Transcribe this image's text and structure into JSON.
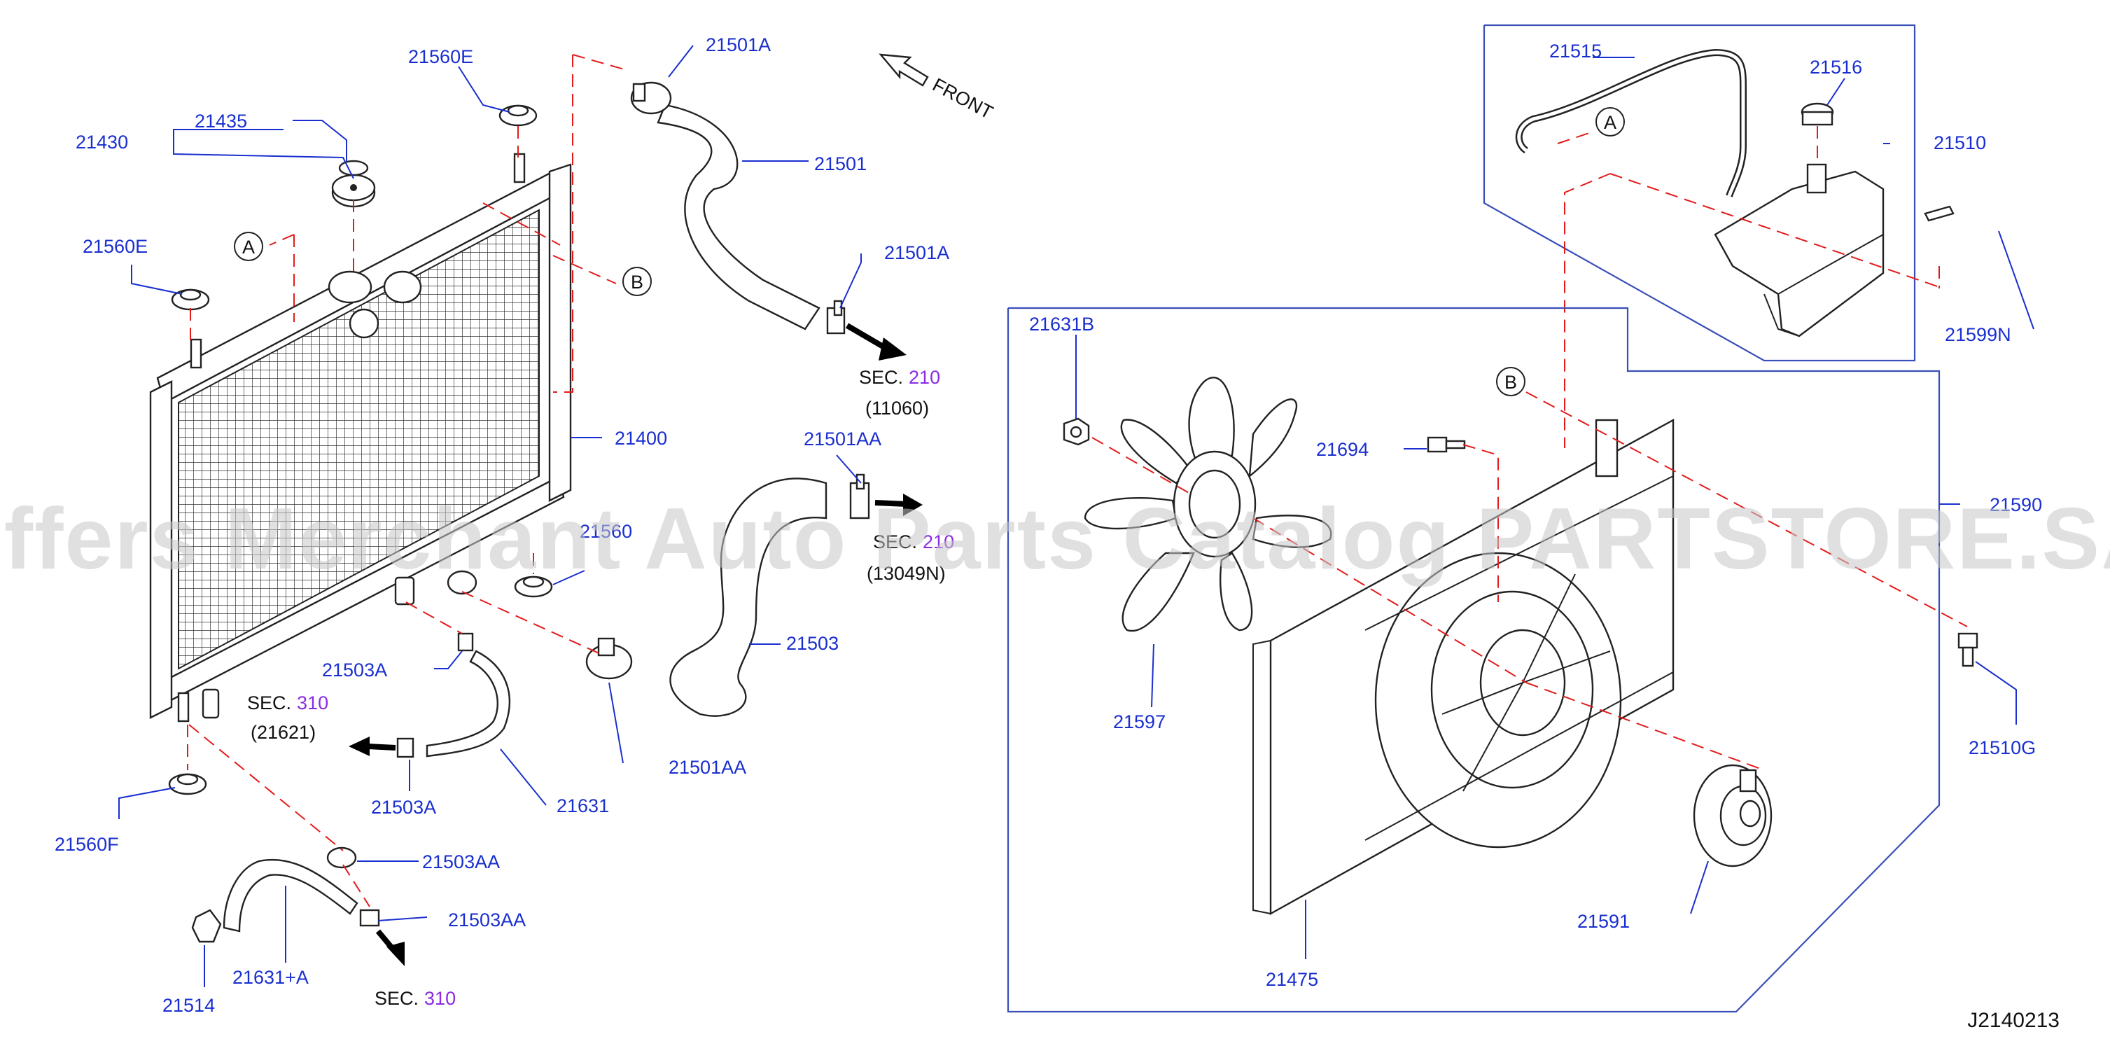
{
  "labels": {
    "p21560E_top": "21560E",
    "p21501A_top": "21501A",
    "p21435": "21435",
    "p21430": "21430",
    "p21501": "21501",
    "p21560E_left": "21560E",
    "p21501A_mid": "21501A",
    "p21400": "21400",
    "p21501AA_top": "21501AA",
    "p21560_partial": "21560",
    "p21503": "21503",
    "p21503A_top": "21503A",
    "p21503A_bot": "21503A",
    "p21501AA_bot": "21501AA",
    "p21631": "21631",
    "p21560F": "21560F",
    "p21503AA_top": "21503AA",
    "p21503AA_bot": "21503AA",
    "p21631A": "21631+A",
    "p21514": "21514",
    "p21515": "21515",
    "p21516": "21516",
    "p21510": "21510",
    "p21599N": "21599N",
    "p21631B": "21631B",
    "p21694": "21694",
    "p21590": "21590",
    "p21510G": "21510G",
    "p21597": "21597",
    "p21591": "21591",
    "p21475": "21475"
  },
  "callouts": {
    "A_left": "A",
    "B_left": "B",
    "A_right": "A",
    "B_right": "B"
  },
  "sections": {
    "sec210_a": {
      "prefix": "SEC.",
      "number": "210",
      "code": "(11060)"
    },
    "sec210_b": {
      "prefix": "SEC.",
      "number": "210",
      "code": "(13049N)"
    },
    "sec310_a": {
      "prefix": "SEC.",
      "number": "310",
      "code": "(21621)"
    },
    "sec310_b": {
      "prefix": "SEC.",
      "number": "310"
    }
  },
  "front_label": "FRONT",
  "watermark": "Offers Merchant Auto Parts Catalog PARTSTORE.SA",
  "reference_code": "J2140213",
  "colors": {
    "part_number": "#1a2fd0",
    "section_number": "#8a2be2",
    "dashed_guide": "#e31b1b",
    "outline": "#222222",
    "boundary_box": "#3a4fb8"
  }
}
